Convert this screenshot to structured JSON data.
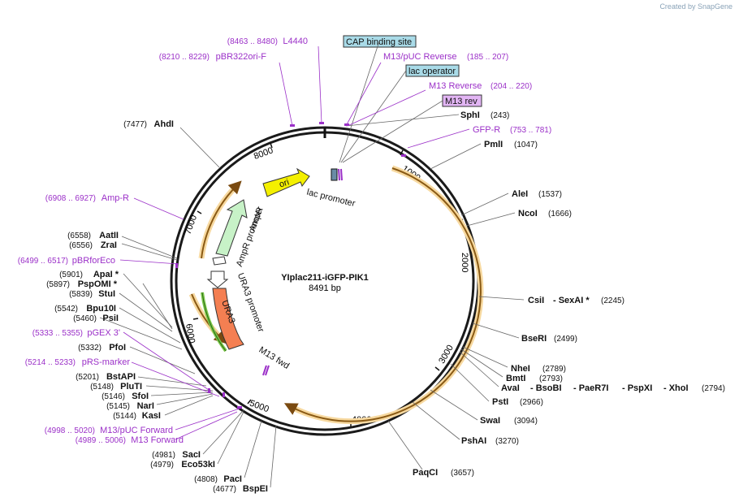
{
  "watermark": "Created by SnapGene",
  "plasmid": {
    "name": "YIplac211-iGFP-PIK1",
    "length_label": "8491 bp"
  },
  "ticks": [
    "1000",
    "2000",
    "3000",
    "4000",
    "5000",
    "6000",
    "7000",
    "8000"
  ],
  "features": {
    "ori": "ori",
    "ampr": "AmpR",
    "ampr_promoter": "AmpR promoter",
    "ura3": "URA3",
    "ura3_promoter": "URA3 promoter",
    "lac_promoter": "lac promoter",
    "m13_fwd": "M13 fwd"
  },
  "boxed": {
    "cap": "CAP binding site",
    "lac_operator": "lac operator",
    "m13_rev": "M13 rev"
  },
  "right_labels": [
    {
      "name": "M13/pUC Reverse",
      "pos": "(185 .. 207)",
      "kind": "primer"
    },
    {
      "name": "M13 Reverse",
      "pos": "(204 .. 220)",
      "kind": "primer"
    },
    {
      "name": "SphI",
      "pos": "(243)",
      "kind": "enzyme"
    },
    {
      "name": "GFP-R",
      "pos": "(753 .. 781)",
      "kind": "primer"
    },
    {
      "name": "PmlI",
      "pos": "(1047)",
      "kind": "enzyme"
    },
    {
      "name": "AleI",
      "pos": "(1537)",
      "kind": "enzyme"
    },
    {
      "name": "NcoI",
      "pos": "(1666)",
      "kind": "enzyme"
    },
    {
      "name": "CsiI",
      "pos": "",
      "kind": "enzyme"
    },
    {
      "name": "- SexAI *",
      "pos": "(2245)",
      "kind": "enzyme"
    },
    {
      "name": "BseRI",
      "pos": "(2499)",
      "kind": "enzyme"
    },
    {
      "name": "NheI",
      "pos": "(2789)",
      "kind": "enzyme"
    },
    {
      "name": "BmtI",
      "pos": "(2793)",
      "kind": "enzyme"
    },
    {
      "name": "AvaI",
      "pos": "",
      "kind": "enzyme"
    },
    {
      "name": "- BsoBI",
      "pos": "",
      "kind": "enzyme"
    },
    {
      "name": "- PaeR7I",
      "pos": "",
      "kind": "enzyme"
    },
    {
      "name": "- PspXI",
      "pos": "",
      "kind": "enzyme"
    },
    {
      "name": "- XhoI",
      "pos": "(2794)",
      "kind": "enzyme"
    },
    {
      "name": "PstI",
      "pos": "(2966)",
      "kind": "enzyme"
    },
    {
      "name": "SwaI",
      "pos": "(3094)",
      "kind": "enzyme"
    },
    {
      "name": "PshAI",
      "pos": "(3270)",
      "kind": "enzyme"
    },
    {
      "name": "PaqCI",
      "pos": "(3657)",
      "kind": "enzyme"
    }
  ],
  "left_labels": [
    {
      "name": "L4440",
      "pos": "(8463 .. 8480)",
      "kind": "primer"
    },
    {
      "name": "pBR322ori-F",
      "pos": "(8210 .. 8229)",
      "kind": "primer"
    },
    {
      "name": "AhdI",
      "pos": "(7477)",
      "kind": "enzyme"
    },
    {
      "name": "Amp-R",
      "pos": "(6908 .. 6927)",
      "kind": "primer"
    },
    {
      "name": "AatII",
      "pos": "(6558)",
      "kind": "enzyme"
    },
    {
      "name": "ZraI",
      "pos": "(6556)",
      "kind": "enzyme"
    },
    {
      "name": "pBRforEco",
      "pos": "(6499 .. 6517)",
      "kind": "primer"
    },
    {
      "name": "ApaI *",
      "pos": "(5901)",
      "kind": "enzyme"
    },
    {
      "name": "PspOMI *",
      "pos": "(5897)",
      "kind": "enzyme"
    },
    {
      "name": "StuI",
      "pos": "(5839)",
      "kind": "enzyme"
    },
    {
      "name": "Bpu10I",
      "pos": "(5542)",
      "kind": "enzyme"
    },
    {
      "name": "PsiI",
      "pos": "(5460)",
      "kind": "enzyme"
    },
    {
      "name": "pGEX 3'",
      "pos": "(5333 .. 5355)",
      "kind": "primer"
    },
    {
      "name": "PfoI",
      "pos": "(5332)",
      "kind": "enzyme"
    },
    {
      "name": "pRS-marker",
      "pos": "(5214 .. 5233)",
      "kind": "primer"
    },
    {
      "name": "BstAPI",
      "pos": "(5201)",
      "kind": "enzyme"
    },
    {
      "name": "PluTI",
      "pos": "(5148)",
      "kind": "enzyme"
    },
    {
      "name": "SfoI",
      "pos": "(5146)",
      "kind": "enzyme"
    },
    {
      "name": "NarI",
      "pos": "(5145)",
      "kind": "enzyme"
    },
    {
      "name": "KasI",
      "pos": "(5144)",
      "kind": "enzyme"
    },
    {
      "name": "M13/pUC Forward",
      "pos": "(4998 .. 5020)",
      "kind": "primer"
    },
    {
      "name": "M13 Forward",
      "pos": "(4989 .. 5006)",
      "kind": "primer"
    },
    {
      "name": "SacI",
      "pos": "(4981)",
      "kind": "enzyme"
    },
    {
      "name": "Eco53kI",
      "pos": "(4979)",
      "kind": "enzyme"
    },
    {
      "name": "PacI",
      "pos": "(4808)",
      "kind": "enzyme"
    },
    {
      "name": "BspEI",
      "pos": "(4677)",
      "kind": "enzyme"
    }
  ]
}
